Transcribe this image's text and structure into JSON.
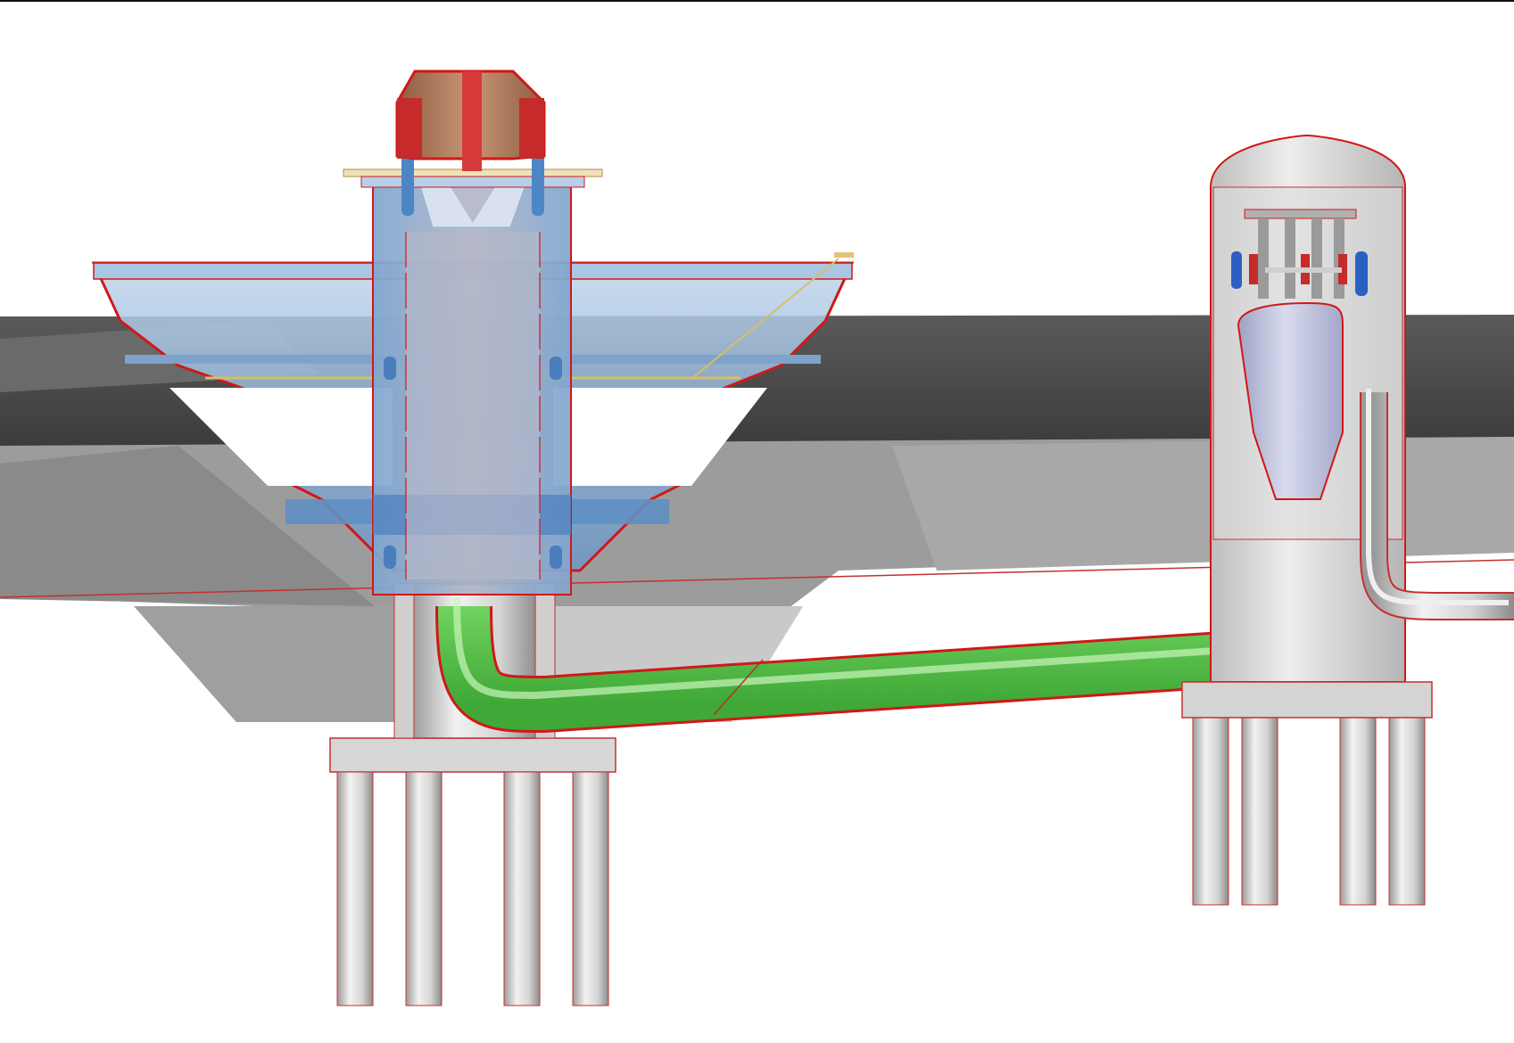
{
  "diagram": {
    "components": [
      {
        "name": "central-shaft-assembly",
        "kind": "cylinder"
      },
      {
        "name": "upper-flared-tank",
        "kind": "funnel"
      },
      {
        "name": "top-cap-unit",
        "kind": "cap"
      },
      {
        "name": "right-vessel",
        "kind": "domed-vessel"
      },
      {
        "name": "transfer-pipe",
        "kind": "pipe"
      },
      {
        "name": "return-pipe",
        "kind": "pipe"
      },
      {
        "name": "ground-slab",
        "kind": "slab"
      },
      {
        "name": "left-foundation-piles",
        "kind": "piles",
        "count": 4
      },
      {
        "name": "right-foundation-piles",
        "kind": "piles",
        "count": 4
      }
    ],
    "colors": {
      "pipe_green": "#7ed76f",
      "structure_blue": "#8fb4d8",
      "cap_brown": "#b0765a",
      "outline_red": "#d01818",
      "steel_gray": "#cfcfcf",
      "slab_dark": "#4a4a4a"
    }
  }
}
